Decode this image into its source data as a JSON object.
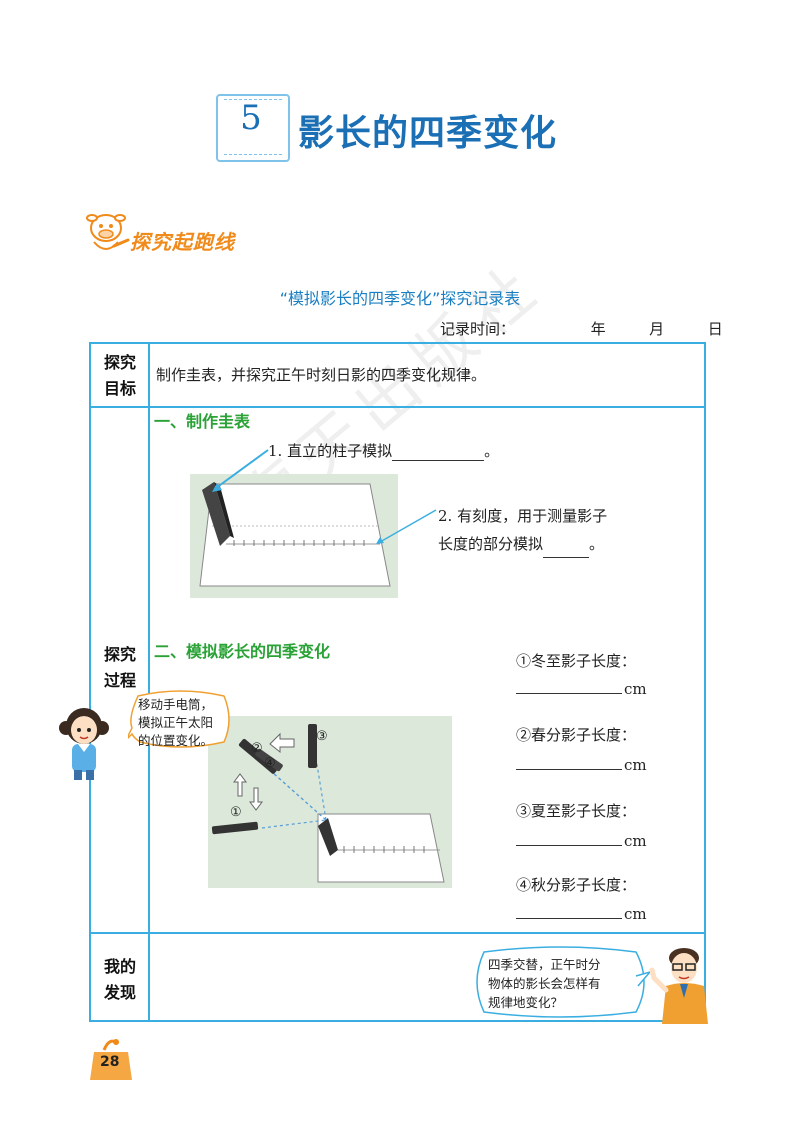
{
  "header": {
    "lesson_number": "5",
    "lesson_title": "影长的四季变化"
  },
  "section": {
    "title": "探究起跑线"
  },
  "record_sheet": {
    "heading": "“模拟影长的四季变化”探究记录表",
    "record_time_label": "记录时间：",
    "year": "年",
    "month": "月",
    "day": "日",
    "rows": {
      "goal_label_1": "探究",
      "goal_label_2": "目标",
      "goal_text": "制作圭表，并探究正午时刻日影的四季变化规律。",
      "process_label_1": "探究",
      "process_label_2": "过程",
      "finding_label_1": "我的",
      "finding_label_2": "发现"
    },
    "part1": {
      "heading": "一、制作圭表",
      "item1": "1. 直立的柱子模拟",
      "item1_end": "。",
      "item2_line1": "2. 有刻度，用于测量影子",
      "item2_line2": "长度的部分模拟",
      "item2_end": "。"
    },
    "part2": {
      "heading": "二、模拟影长的四季变化",
      "markers": [
        "①",
        "②",
        "③",
        "④"
      ],
      "measurements": [
        {
          "label": "①冬至影子长度：",
          "unit": "cm"
        },
        {
          "label": "②春分影子长度：",
          "unit": "cm"
        },
        {
          "label": "③夏至影子长度：",
          "unit": "cm"
        },
        {
          "label": "④秋分影子长度：",
          "unit": "cm"
        }
      ]
    },
    "bubble_girl": [
      "移动手电筒，",
      "模拟正午太阳",
      "的位置变化。"
    ],
    "bubble_teacher": [
      "四季交替，正午时分",
      "物体的影长会怎样有",
      "规律地变化？"
    ]
  },
  "watermark": "海天出版社",
  "page_number": "28",
  "colors": {
    "title_blue": "#1a6fb5",
    "table_border": "#3aaee0",
    "subheading_green": "#2aa236",
    "section_orange": "#f08a1a"
  }
}
